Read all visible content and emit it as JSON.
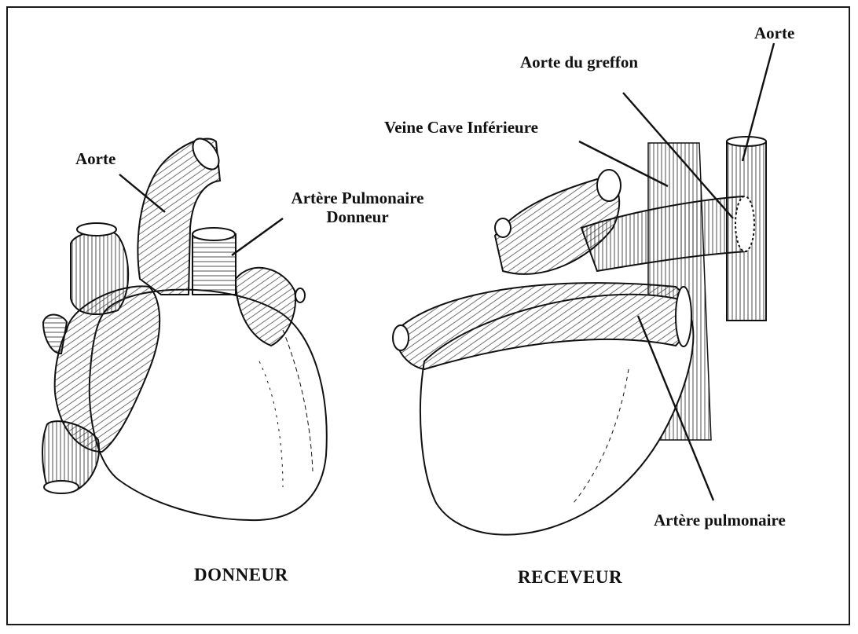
{
  "labels": {
    "donor_aorta": "Aorte",
    "donor_pulmonary_line1": "Artère Pulmonaire",
    "donor_pulmonary_line2": "Donneur",
    "recipient_aorta": "Aorte",
    "graft_aorta": "Aorte du greffon",
    "inferior_vena_cava": "Veine Cave Inférieure",
    "recipient_pulmonary": "Artère pulmonaire"
  },
  "captions": {
    "donor": "DONNEUR",
    "recipient": "RECEVEUR"
  },
  "colors": {
    "ink": "#111111",
    "paper": "#ffffff"
  }
}
